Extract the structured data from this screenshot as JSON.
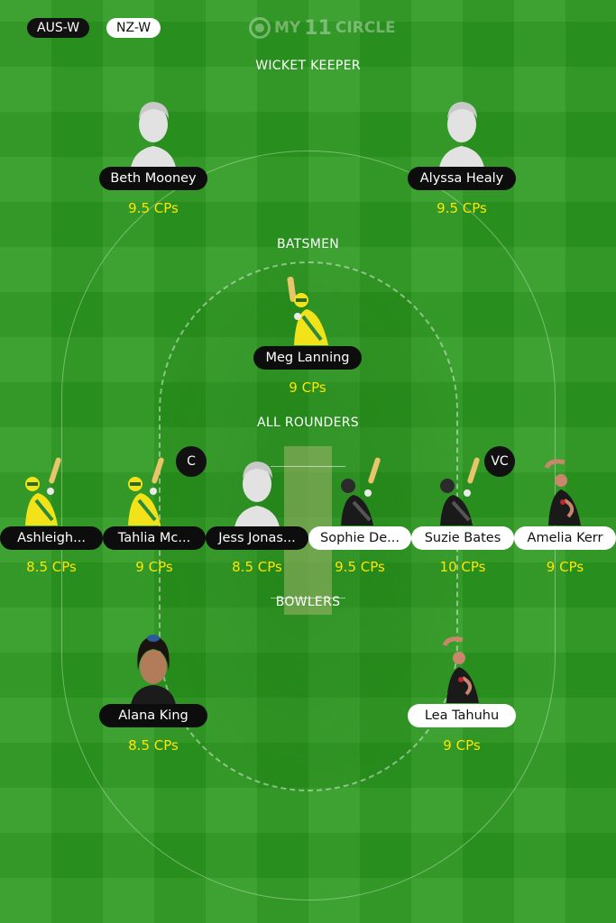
{
  "teams": {
    "team1": "AUS-W",
    "team2": "NZ-W"
  },
  "logo": {
    "prefix": "MY",
    "number": "11",
    "suffix": "CIRCLE"
  },
  "sections": {
    "wicket_keeper": "WICKET KEEPER",
    "batsmen": "BATSMEN",
    "all_rounders": "ALL ROUNDERS",
    "bowlers": "BOWLERS"
  },
  "players": {
    "wk1": {
      "name": "Beth Mooney",
      "credits": "9.5 CPs",
      "team": "AUS-W",
      "avatar": "placeholder-silhouette-icon"
    },
    "wk2": {
      "name": "Alyssa Healy",
      "credits": "9.5 CPs",
      "team": "AUS-W",
      "avatar": "placeholder-silhouette-icon"
    },
    "bat1": {
      "name": "Meg Lanning",
      "credits": "9 CPs",
      "team": "AUS-W",
      "avatar": "batsman-yellow-icon"
    },
    "ar1": {
      "name": "Ashleigh...",
      "credits": "8.5 CPs",
      "team": "AUS-W",
      "avatar": "batsman-yellow-icon"
    },
    "ar2": {
      "name": "Tahlia Mc...",
      "credits": "9 CPs",
      "team": "AUS-W",
      "avatar": "batsman-yellow-icon",
      "badge": "C"
    },
    "ar3": {
      "name": "Jess Jonas...",
      "credits": "8.5 CPs",
      "team": "AUS-W",
      "avatar": "placeholder-silhouette-icon"
    },
    "ar4": {
      "name": "Sophie De...",
      "credits": "9.5 CPs",
      "team": "NZ-W",
      "avatar": "batsman-black-icon"
    },
    "ar5": {
      "name": "Suzie Bates",
      "credits": "10 CPs",
      "team": "NZ-W",
      "avatar": "batsman-black-icon",
      "badge": "VC"
    },
    "ar6": {
      "name": "Amelia Kerr",
      "credits": "9 CPs",
      "team": "NZ-W",
      "avatar": "bowler-black-icon"
    },
    "bowl1": {
      "name": "Alana King",
      "credits": "8.5 CPs",
      "team": "AUS-W",
      "avatar": "player-photo"
    },
    "bowl2": {
      "name": "Lea Tahuhu",
      "credits": "9 CPs",
      "team": "NZ-W",
      "avatar": "bowler-black-icon"
    }
  },
  "colors": {
    "field": "#2c9a1f",
    "credits": "#ffe600",
    "aus_pill": "#0d0d0d",
    "nz_pill": "#ffffff",
    "aus_jersey": "#f2e21a",
    "nz_jersey": "#1a1a1a"
  }
}
